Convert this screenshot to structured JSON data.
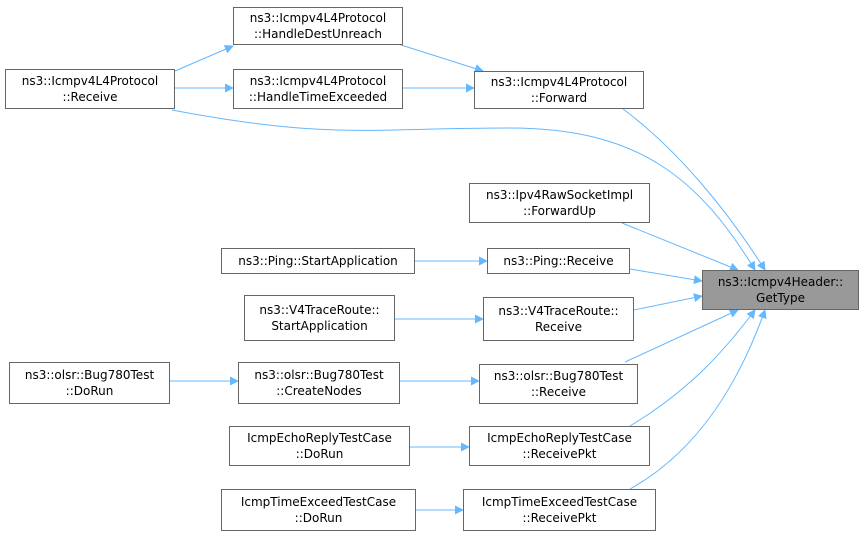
{
  "nodes": [
    {
      "id": "handle_dest_unreach",
      "line1": "ns3::Icmpv4L4Protocol",
      "line2": "::HandleDestUnreach"
    },
    {
      "id": "l4_receive",
      "line1": "ns3::Icmpv4L4Protocol",
      "line2": "::Receive"
    },
    {
      "id": "handle_time_exceeded",
      "line1": "ns3::Icmpv4L4Protocol",
      "line2": "::HandleTimeExceeded"
    },
    {
      "id": "forward",
      "line1": "ns3::Icmpv4L4Protocol",
      "line2": "::Forward"
    },
    {
      "id": "raw_socket_forward_up",
      "line1": "ns3::Ipv4RawSocketImpl",
      "line2": "::ForwardUp"
    },
    {
      "id": "ping_start_application",
      "line1": "ns3::Ping::StartApplication",
      "line2": ""
    },
    {
      "id": "ping_receive",
      "line1": "ns3::Ping::Receive",
      "line2": ""
    },
    {
      "id": "get_type",
      "line1": "ns3::Icmpv4Header::",
      "line2": "GetType"
    },
    {
      "id": "v4trace_start_application",
      "line1": "ns3::V4TraceRoute::",
      "line2": "StartApplication"
    },
    {
      "id": "v4trace_receive",
      "line1": "ns3::V4TraceRoute::",
      "line2": "Receive"
    },
    {
      "id": "bug780_dorun",
      "line1": "ns3::olsr::Bug780Test",
      "line2": "::DoRun"
    },
    {
      "id": "bug780_create_nodes",
      "line1": "ns3::olsr::Bug780Test",
      "line2": "::CreateNodes"
    },
    {
      "id": "bug780_receive",
      "line1": "ns3::olsr::Bug780Test",
      "line2": "::Receive"
    },
    {
      "id": "echo_dorun",
      "line1": "IcmpEchoReplyTestCase",
      "line2": "::DoRun"
    },
    {
      "id": "echo_receive_pkt",
      "line1": "IcmpEchoReplyTestCase",
      "line2": "::ReceivePkt"
    },
    {
      "id": "exceed_dorun",
      "line1": "IcmpTimeExceedTestCase",
      "line2": "::DoRun"
    },
    {
      "id": "exceed_receive_pkt",
      "line1": "IcmpTimeExceedTestCase",
      "line2": "::ReceivePkt"
    }
  ],
  "edges": [
    {
      "from": "l4_receive",
      "to": "handle_dest_unreach"
    },
    {
      "from": "l4_receive",
      "to": "handle_time_exceeded"
    },
    {
      "from": "handle_dest_unreach",
      "to": "forward"
    },
    {
      "from": "handle_time_exceeded",
      "to": "forward"
    },
    {
      "from": "forward",
      "to": "get_type"
    },
    {
      "from": "l4_receive",
      "to": "get_type"
    },
    {
      "from": "raw_socket_forward_up",
      "to": "get_type"
    },
    {
      "from": "ping_start_application",
      "to": "ping_receive"
    },
    {
      "from": "ping_receive",
      "to": "get_type"
    },
    {
      "from": "v4trace_start_application",
      "to": "v4trace_receive"
    },
    {
      "from": "v4trace_receive",
      "to": "get_type"
    },
    {
      "from": "bug780_dorun",
      "to": "bug780_create_nodes"
    },
    {
      "from": "bug780_create_nodes",
      "to": "bug780_receive"
    },
    {
      "from": "bug780_receive",
      "to": "get_type"
    },
    {
      "from": "echo_dorun",
      "to": "echo_receive_pkt"
    },
    {
      "from": "echo_receive_pkt",
      "to": "get_type"
    },
    {
      "from": "exceed_dorun",
      "to": "exceed_receive_pkt"
    },
    {
      "from": "exceed_receive_pkt",
      "to": "get_type"
    }
  ],
  "colors": {
    "edge": "#63b8ff",
    "node_border": "#666666",
    "target_fill": "#999999"
  }
}
